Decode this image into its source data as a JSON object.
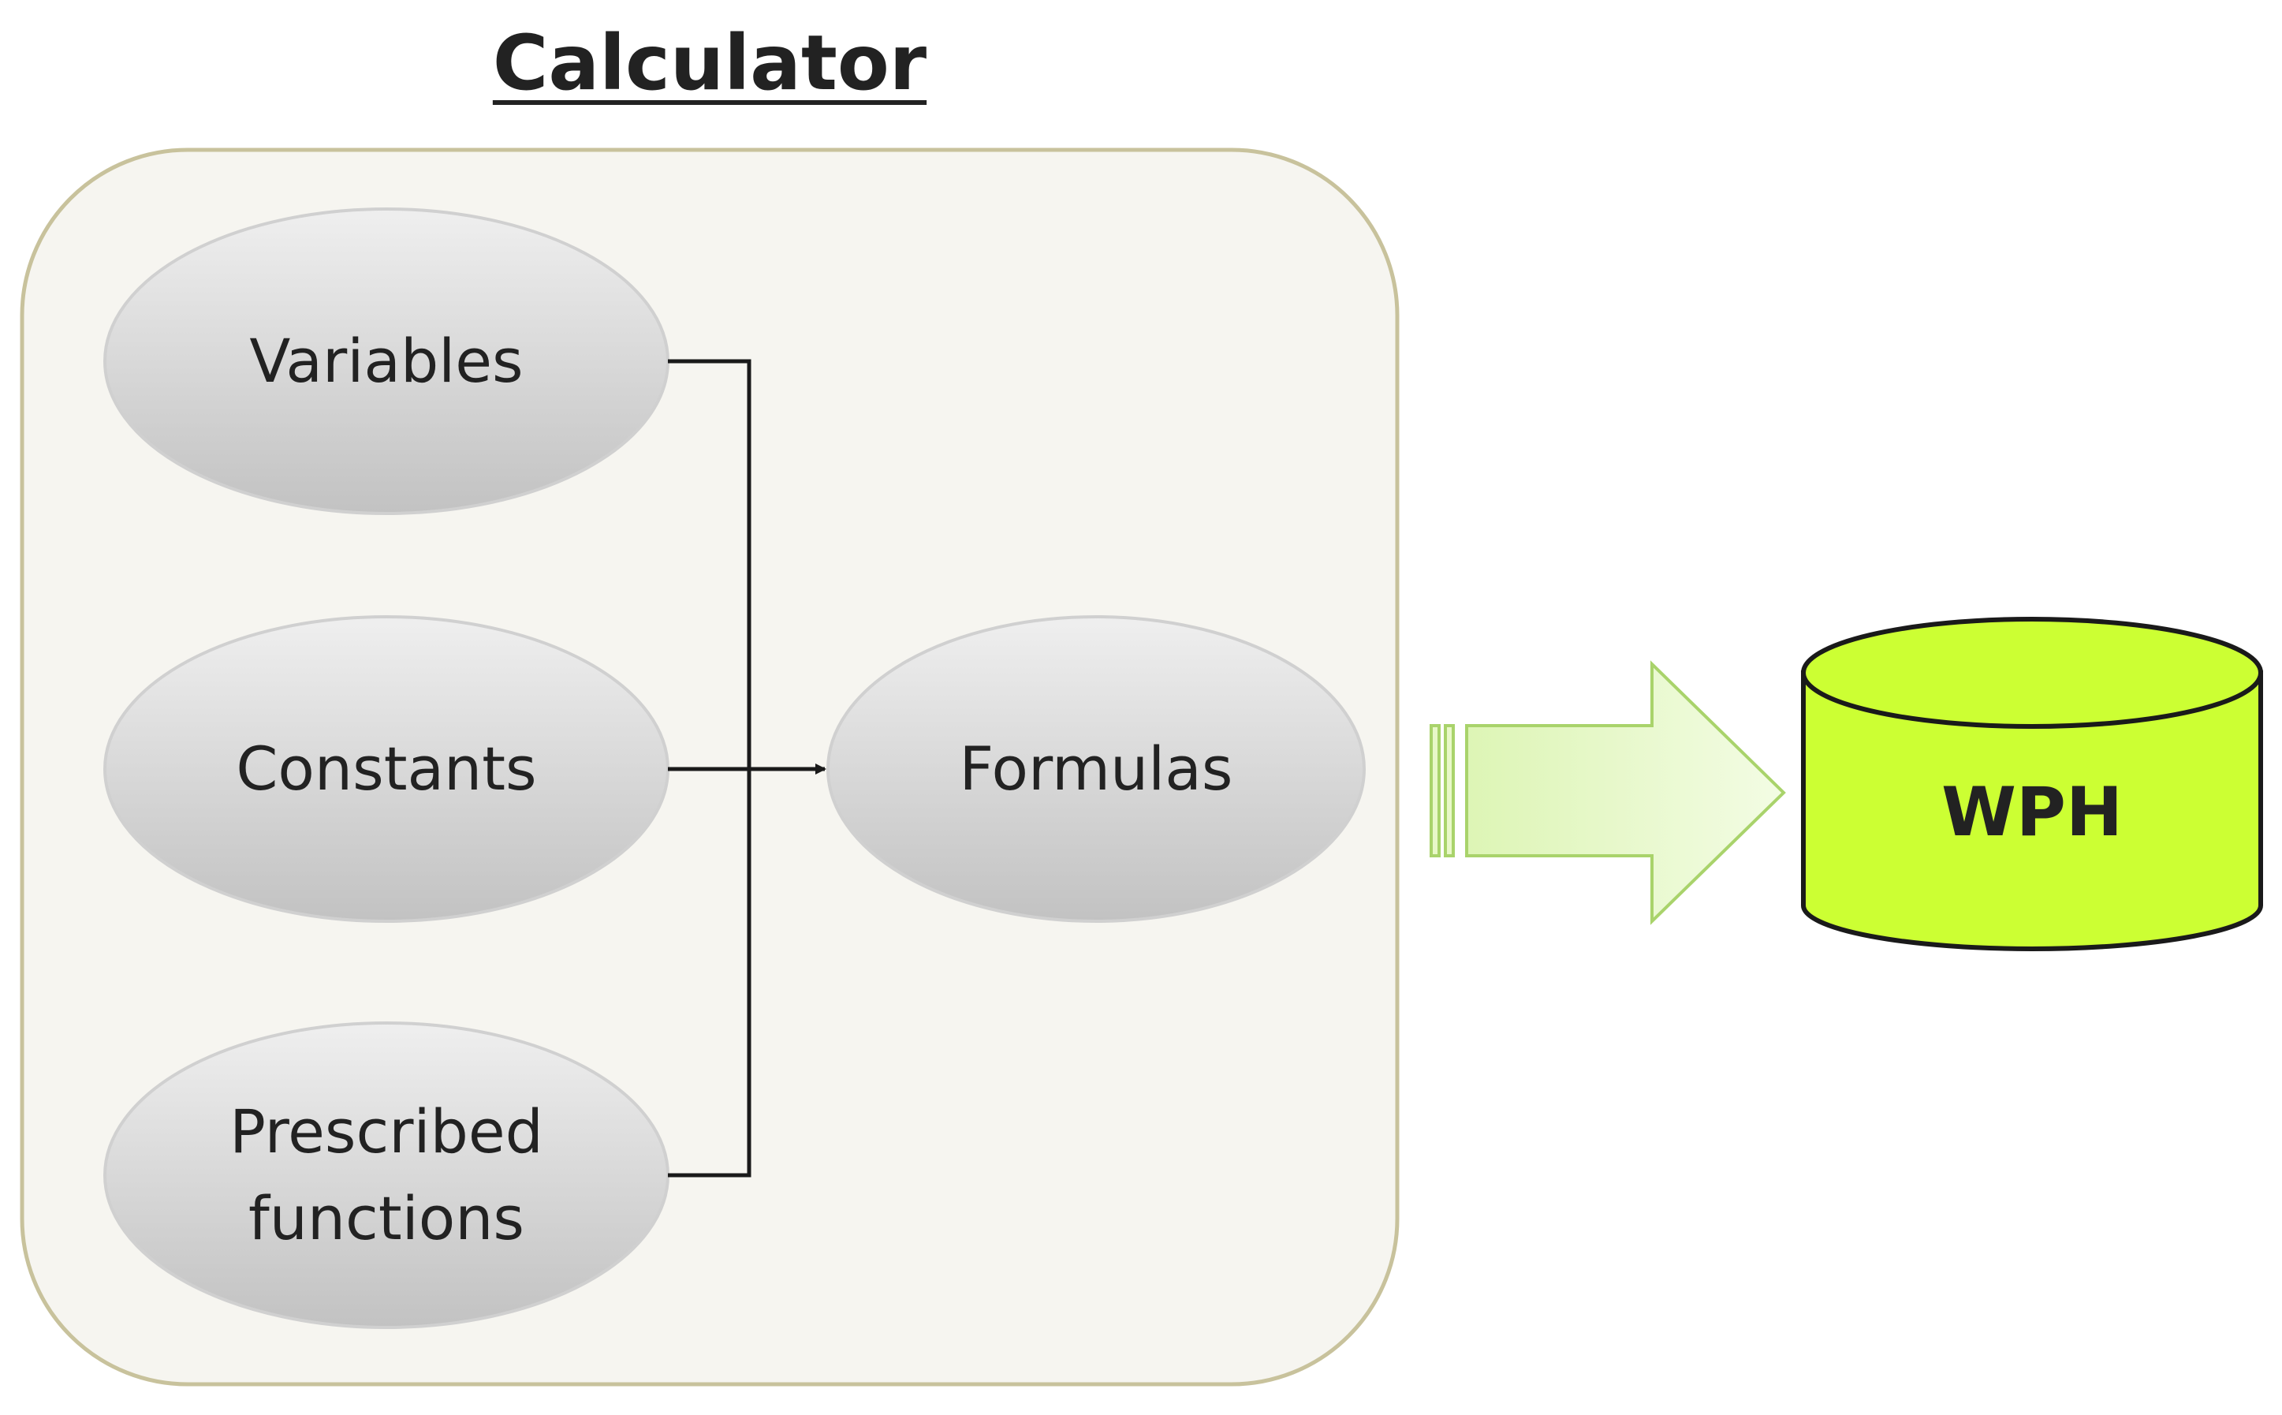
{
  "title": "Calculator",
  "nodes": {
    "variables": "Variables",
    "constants": "Constants",
    "prescribed_functions": "Prescribed\nfunctions",
    "formulas": "Formulas"
  },
  "database": {
    "label": "WPH",
    "fill_color": "#ccff33"
  },
  "colors": {
    "container_fill": "#f6f5f0",
    "container_border": "#c8c29c",
    "ellipse_fill_top": "#ececec",
    "ellipse_fill_bottom": "#c4c4c4",
    "connector": "#1a1a1a",
    "arrow_fill": "#e8f8c8",
    "arrow_border": "#a9d36b"
  }
}
